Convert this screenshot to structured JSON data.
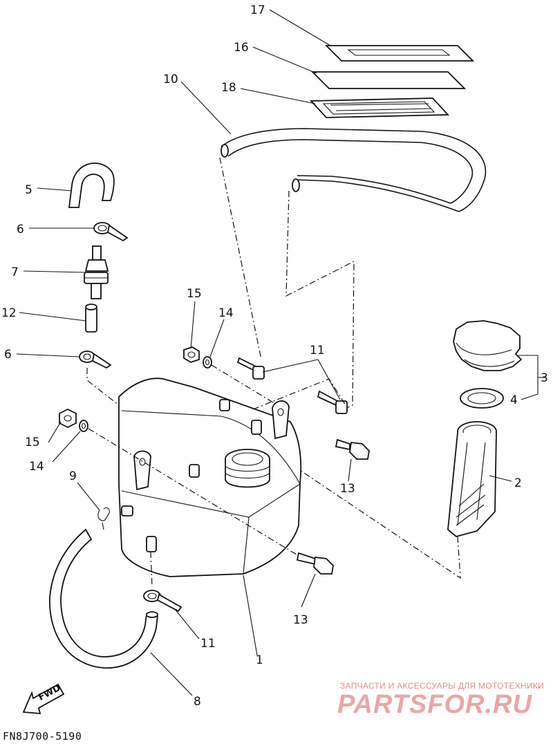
{
  "diagram": {
    "callouts": [
      {
        "id": "17",
        "label": "17"
      },
      {
        "id": "16",
        "label": "16"
      },
      {
        "id": "18",
        "label": "18"
      },
      {
        "id": "10",
        "label": "10"
      },
      {
        "id": "5",
        "label": "5"
      },
      {
        "id": "6a",
        "label": "6"
      },
      {
        "id": "7",
        "label": "7"
      },
      {
        "id": "12",
        "label": "12"
      },
      {
        "id": "6b",
        "label": "6"
      },
      {
        "id": "15a",
        "label": "15"
      },
      {
        "id": "14a",
        "label": "14"
      },
      {
        "id": "11a",
        "label": "11"
      },
      {
        "id": "3",
        "label": "3"
      },
      {
        "id": "4",
        "label": "4"
      },
      {
        "id": "15b",
        "label": "15"
      },
      {
        "id": "14b",
        "label": "14"
      },
      {
        "id": "2",
        "label": "2"
      },
      {
        "id": "13a",
        "label": "13"
      },
      {
        "id": "9",
        "label": "9"
      },
      {
        "id": "13b",
        "label": "13"
      },
      {
        "id": "11b",
        "label": "11"
      },
      {
        "id": "1",
        "label": "1"
      },
      {
        "id": "8",
        "label": "8"
      }
    ],
    "fwd_label": "FWD",
    "figure_code": "FN8J700-5190"
  },
  "watermark": {
    "tagline": "ЗАПЧАСТИ И АКСЕССУАРЫ ДЛЯ МОТОТЕХНИКИ",
    "logo": "PARTSFOR.RU"
  },
  "colors": {
    "line": "#111111",
    "watermark": "#e58a8a"
  }
}
